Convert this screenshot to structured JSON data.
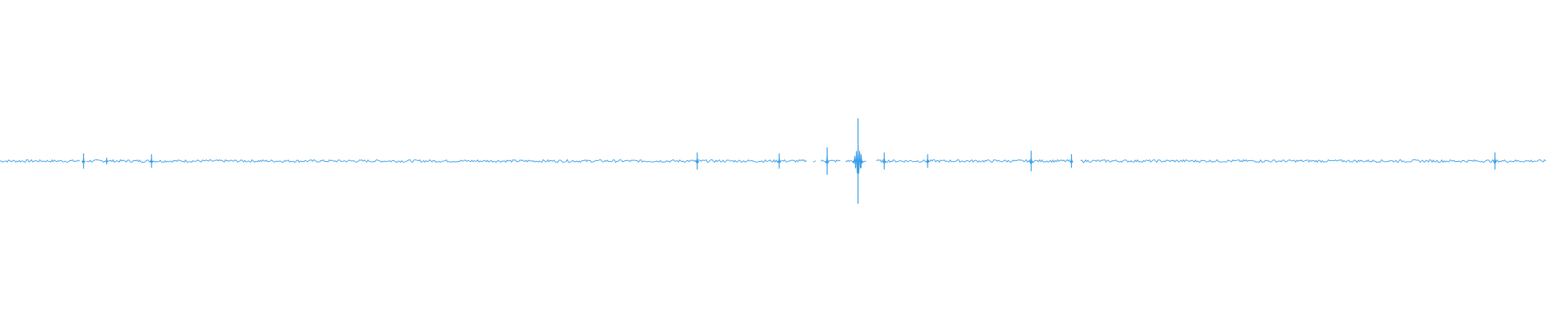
{
  "colors": {
    "background": "#ffffff",
    "waveform": "#3a9ee8"
  },
  "chart_data": {
    "type": "line",
    "title": "",
    "xlabel": "",
    "ylabel": "",
    "grid": false,
    "legend": "none",
    "xlim": [
      0,
      1
    ],
    "ylim": [
      -1,
      1
    ],
    "baseline_noise": 0.015,
    "gaps": [
      [
        0.052,
        0.056
      ],
      [
        0.522,
        0.526
      ],
      [
        0.528,
        0.531
      ],
      [
        0.544,
        0.547
      ],
      [
        0.561,
        0.567
      ],
      [
        0.692,
        0.699
      ]
    ],
    "spikes": [
      {
        "x": 0.054,
        "amplitude": 0.09
      },
      {
        "x": 0.069,
        "amplitude": 0.04
      },
      {
        "x": 0.098,
        "amplitude": 0.08
      },
      {
        "x": 0.451,
        "amplitude": 0.1
      },
      {
        "x": 0.504,
        "amplitude": 0.09
      },
      {
        "x": 0.535,
        "amplitude": 0.16
      },
      {
        "x": 0.555,
        "amplitude": 0.5
      },
      {
        "x": 0.557,
        "amplitude": 0.08
      },
      {
        "x": 0.572,
        "amplitude": 0.1
      },
      {
        "x": 0.6,
        "amplitude": 0.08
      },
      {
        "x": 0.667,
        "amplitude": 0.12
      },
      {
        "x": 0.693,
        "amplitude": 0.08
      },
      {
        "x": 0.967,
        "amplitude": 0.1
      }
    ]
  }
}
